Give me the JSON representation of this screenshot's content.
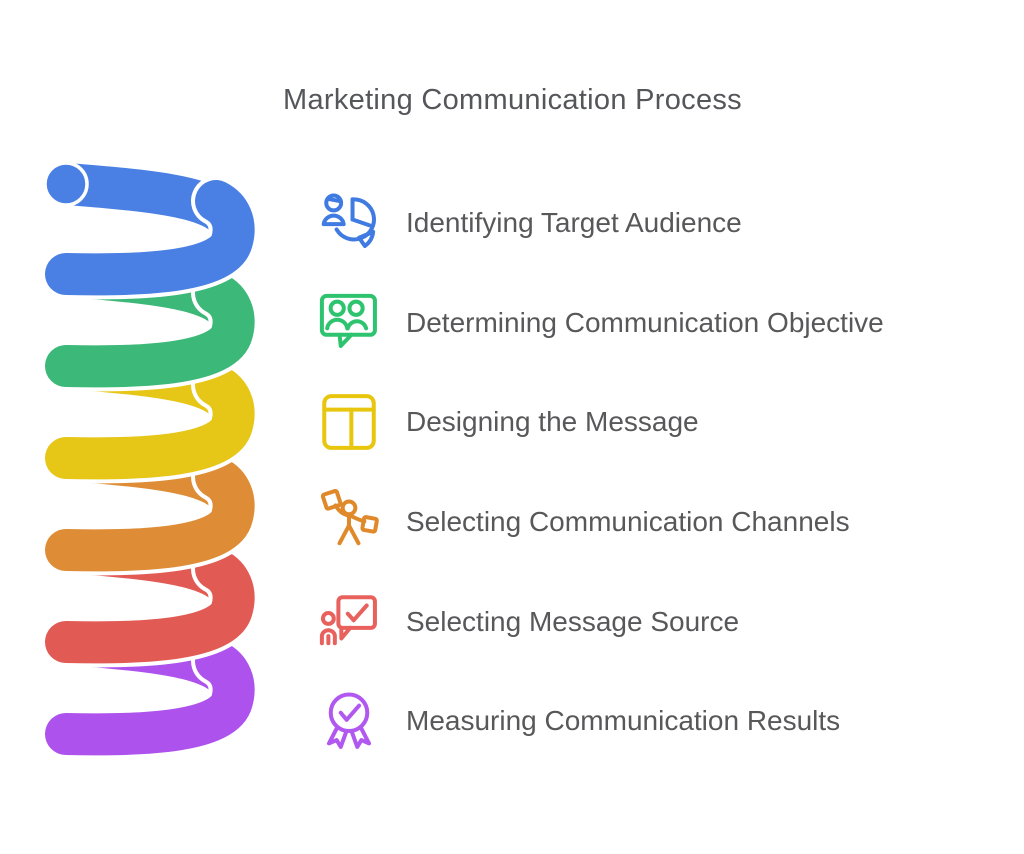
{
  "title": "Marketing Communication Process",
  "steps": [
    {
      "label": "Identifying Target Audience",
      "icon": "person-pie-chart-icon",
      "color": "#3f7be0"
    },
    {
      "label": "Determining Communication Objective",
      "icon": "people-speech-bubble-icon",
      "color": "#2ec46f"
    },
    {
      "label": "Designing the Message",
      "icon": "layout-window-icon",
      "color": "#e8c60e"
    },
    {
      "label": "Selecting Communication Channels",
      "icon": "person-carrying-boxes-icon",
      "color": "#e0892b"
    },
    {
      "label": "Selecting Message Source",
      "icon": "person-message-check-icon",
      "color": "#e8615c"
    },
    {
      "label": "Measuring Communication Results",
      "icon": "award-ribbon-check-icon",
      "color": "#b158f0"
    }
  ],
  "spiral": {
    "description": "six-loop coil, one color per step, top to bottom",
    "colors": [
      "#4a80e4",
      "#3cb878",
      "#e6c617",
      "#de8d36",
      "#e15a54",
      "#ae52ee"
    ]
  }
}
